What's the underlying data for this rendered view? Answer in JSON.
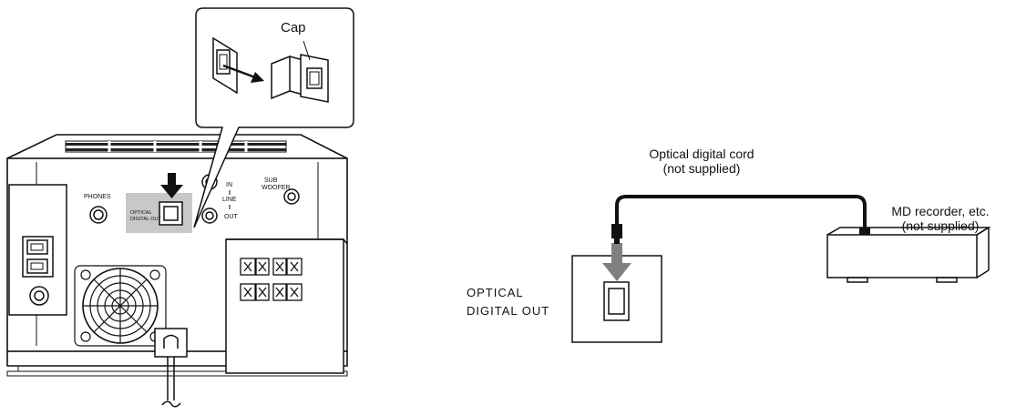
{
  "diagram": {
    "inset": {
      "cap_label": "Cap"
    },
    "rear_panel": {
      "phones_label": "PHONES",
      "optical_label_line1": "OPTICAL",
      "optical_label_line2": "DIGITAL OUT",
      "line_in_label": "IN",
      "line_label": "LINE",
      "line_out_label": "OUT",
      "subwoofer_label_line1": "SUB",
      "subwoofer_label_line2": "WOOFER"
    },
    "connection": {
      "cord_label_line1": "Optical digital cord",
      "cord_label_line2": "(not supplied)",
      "recorder_label_line1": "MD recorder, etc.",
      "recorder_label_line2": "(not supplied)",
      "jack_label_line1": "OPTICAL",
      "jack_label_line2": "DIGITAL OUT"
    },
    "colors": {
      "line": "#111111",
      "highlight": "#c8c8c8",
      "arrow_gray": "#808080",
      "grill": "#222222"
    }
  }
}
